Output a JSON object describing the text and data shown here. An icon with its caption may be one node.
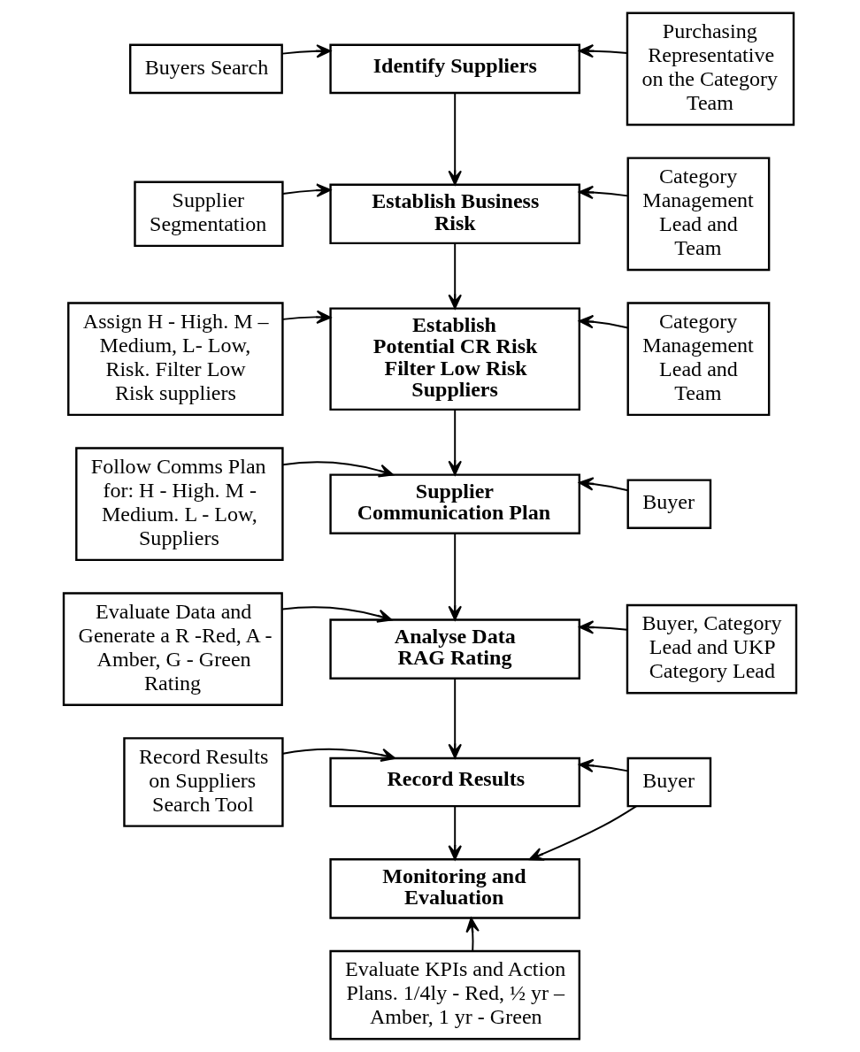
{
  "diagram": {
    "nodes": [
      {
        "text": [
          "Buyers Search"
        ]
      },
      {
        "text": [
          "Identify Suppliers"
        ]
      },
      {
        "text": [
          "Purchasing Representative on the Category Team"
        ]
      },
      {
        "text": [
          "Supplier Segmentation"
        ]
      },
      {
        "text": [
          "Establish Business Risk"
        ]
      },
      {
        "text": [
          "Category Management Lead and Team"
        ]
      },
      {
        "text": [
          "Assign H - High. M – Medium, L- Low, Risk. Filter Low Risk suppliers"
        ]
      },
      {
        "text": [
          "Establish Potential CR Risk",
          "Filter Low Risk Suppliers"
        ]
      },
      {
        "text": [
          "Category Management Lead and Team"
        ]
      },
      {
        "text": [
          "Follow Comms Plan for: H - High. M - Medium. L - Low, Suppliers"
        ]
      },
      {
        "text": [
          "Supplier Communication Plan"
        ]
      },
      {
        "text": [
          "Buyer"
        ]
      },
      {
        "text": [
          "Evaluate Data and Generate a R -Red, A - Amber, G - Green Rating"
        ]
      },
      {
        "text": [
          "Analyse Data",
          "RAG Rating"
        ]
      },
      {
        "text": [
          "Buyer, Category Lead and UKP Category Lead"
        ]
      },
      {
        "text": [
          "Record Results"
        ]
      },
      {
        "text": [
          "Buyer"
        ]
      },
      {
        "text": [
          "Record Results on Suppliers Search Tool"
        ]
      },
      {
        "text": [
          "Monitoring and Evaluation"
        ]
      },
      {
        "text": [
          "Evaluate KPIs and Action Plans. 1/4ly - Red, ½ yr – Amber, 1 yr - Green"
        ]
      }
    ],
    "edges": [
      {
        "from": 0,
        "to": 1,
        "arrow": "to"
      },
      {
        "from": 2,
        "to": 1,
        "arrow": "to"
      },
      {
        "from": 1,
        "to": 4,
        "arrow": "to"
      },
      {
        "from": 3,
        "to": 4,
        "arrow": "to"
      },
      {
        "from": 5,
        "to": 4,
        "arrow": "to"
      },
      {
        "from": 4,
        "to": 7,
        "arrow": "to"
      },
      {
        "from": 6,
        "to": 7,
        "arrow": "to"
      },
      {
        "from": 8,
        "to": 7,
        "arrow": "to"
      },
      {
        "from": 7,
        "to": 10,
        "arrow": "to"
      },
      {
        "from": 9,
        "to": 10,
        "arrow": "to"
      },
      {
        "from": 11,
        "to": 10,
        "arrow": "to"
      },
      {
        "from": 10,
        "to": 13,
        "arrow": "to"
      },
      {
        "from": 12,
        "to": 13,
        "arrow": "to"
      },
      {
        "from": 14,
        "to": 13,
        "arrow": "to"
      },
      {
        "from": 13,
        "to": 15,
        "arrow": "to"
      },
      {
        "from": 17,
        "to": 15,
        "arrow": "to"
      },
      {
        "from": 16,
        "to": 15,
        "arrow": "to"
      },
      {
        "from": 16,
        "to": 18,
        "arrow": "to"
      },
      {
        "from": 15,
        "to": 18,
        "arrow": "to"
      },
      {
        "from": 19,
        "to": 18,
        "arrow": "to"
      }
    ]
  }
}
